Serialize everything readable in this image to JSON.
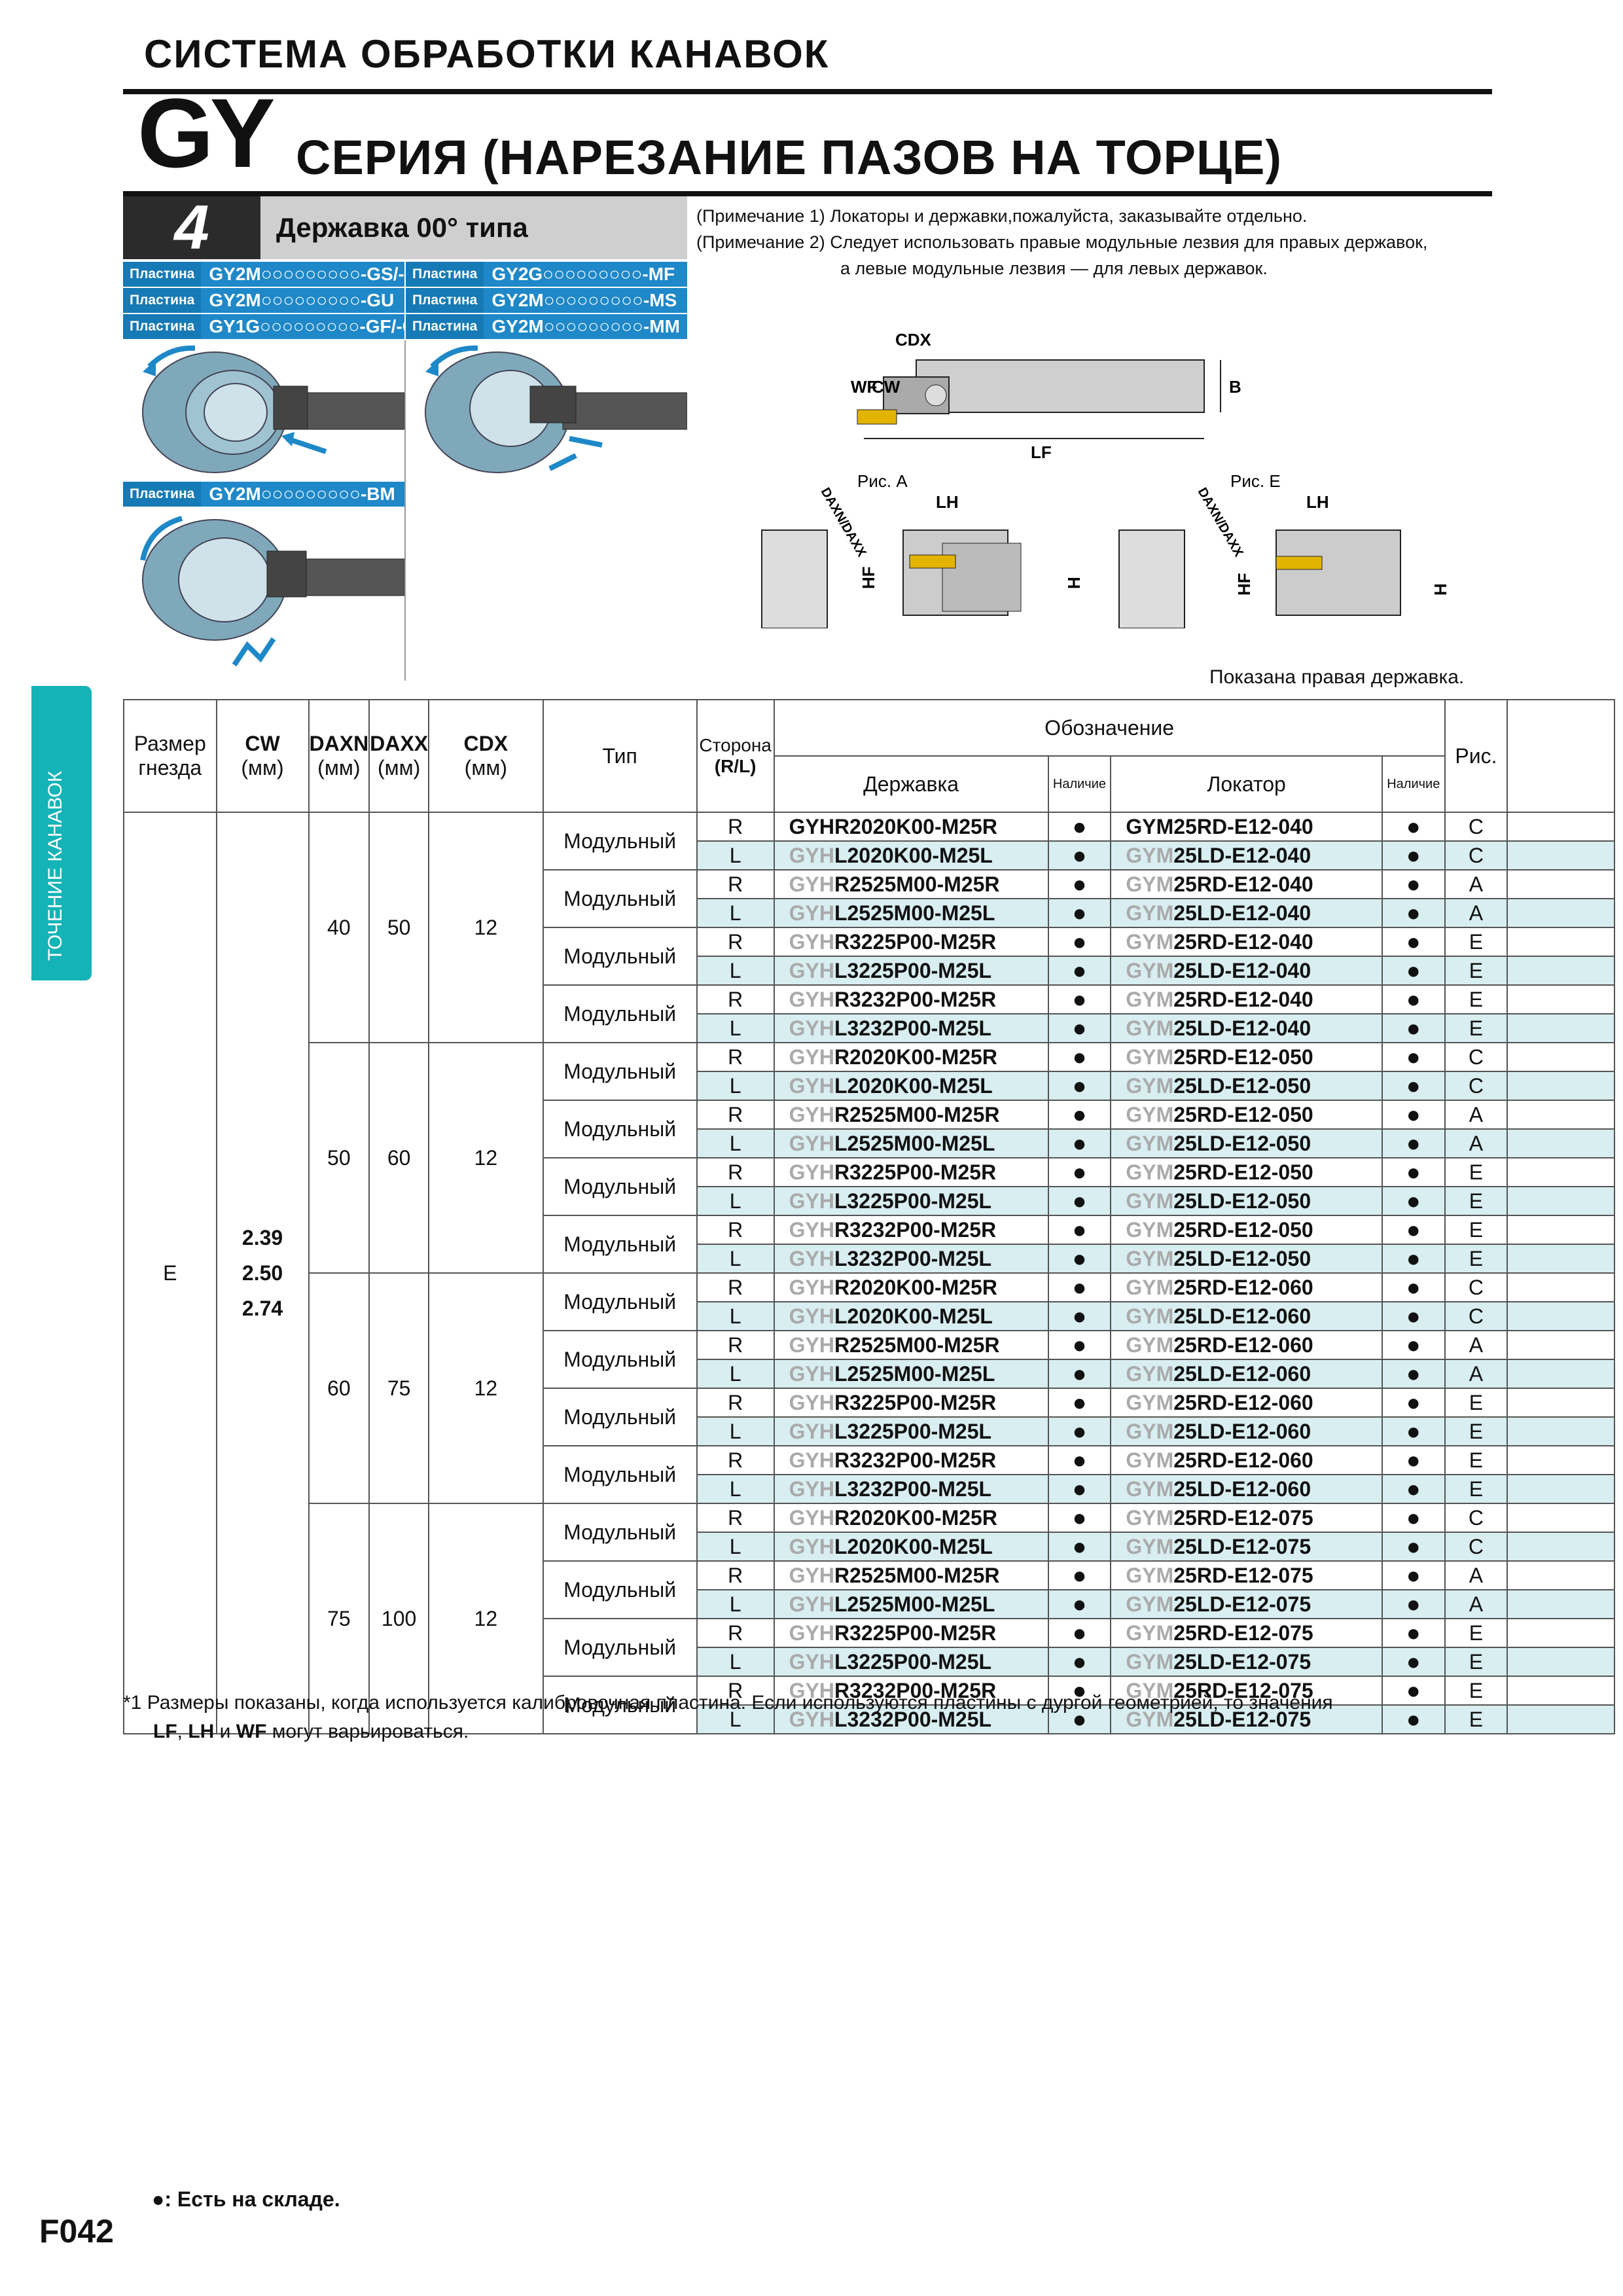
{
  "header": {
    "system_title": "СИСТЕМА ОБРАБОТКИ КАНАВОК",
    "series_code": "GY",
    "series_title": "СЕРИЯ (НАРЕЗАНИЕ ПАЗОВ НА ТОРЦЕ)"
  },
  "section": {
    "number": "4",
    "title": "Державка 00° типа"
  },
  "notes": [
    "(Примечание 1) Локаторы и державки,пожалуйста, заказывайте отдельно.",
    "(Примечание 2) Следует использовать правые модульные лезвия для правых державок,",
    "а левые модульные лезвия — для левых державок."
  ],
  "inserts": {
    "label": "Пластина",
    "left": [
      {
        "prefix": "GY2M",
        "suffix": "-GS/-GM"
      },
      {
        "prefix": "GY2M",
        "suffix": "-GU"
      },
      {
        "prefix": "GY1G",
        "suffix": "-GF/-GS"
      }
    ],
    "right": [
      {
        "prefix": "GY2G",
        "suffix": "-MF"
      },
      {
        "prefix": "GY2M",
        "suffix": "-MS"
      },
      {
        "prefix": "GY2M",
        "suffix": "-MM"
      }
    ],
    "bottom": {
      "prefix": "GY2M",
      "suffix": "-BM"
    }
  },
  "diagram": {
    "dims_main": [
      "CDX",
      "WF",
      "CW",
      "B",
      "LF"
    ],
    "fig_a_label": "Рис. A",
    "fig_e_label": "Рис. E",
    "dims_fig": [
      "LH",
      "DAXN/DAXX",
      "HF",
      "H"
    ],
    "shown_text": "Показана правая державка."
  },
  "side_tab": "ТОЧЕНИЕ КАНАВОК",
  "table": {
    "headers": {
      "size": "Размер гнезда",
      "cw": "CW",
      "cw_unit": "(мм)",
      "daxn": "DAXN",
      "daxn_unit": "(мм)",
      "daxx": "DAXX",
      "daxx_unit": "(мм)",
      "cdx": "CDX",
      "cdx_unit": "(мм)",
      "type": "Тип",
      "side": "Сторона",
      "side_unit": "(R/L)",
      "designation": "Обозначение",
      "holder": "Державка",
      "availability": "Наличие",
      "locator": "Локатор",
      "fig": "Рис."
    },
    "size_value": "E",
    "cw_values": [
      "2.39",
      "2.50",
      "2.74"
    ],
    "type_value": "Модульный",
    "stock_mark": "●",
    "groups": [
      {
        "daxn": "40",
        "daxx": "50",
        "cdx": "12",
        "loc": "040"
      },
      {
        "daxn": "50",
        "daxx": "60",
        "cdx": "12",
        "loc": "050"
      },
      {
        "daxn": "60",
        "daxx": "75",
        "cdx": "12",
        "loc": "060"
      },
      {
        "daxn": "75",
        "daxx": "100",
        "cdx": "12",
        "loc": "075"
      }
    ],
    "rows": [
      {
        "side": "R",
        "holder": "GYHR2020K00-M25R",
        "loc": "GYM25RD-E12-040",
        "fig": "C",
        "gray": false
      },
      {
        "side": "L",
        "holder": "GYHL2020K00-M25L",
        "loc": "GYM25LD-E12-040",
        "fig": "C",
        "gray": true
      },
      {
        "side": "R",
        "holder": "GYHR2525M00-M25R",
        "loc": "GYM25RD-E12-040",
        "fig": "A",
        "gray": true
      },
      {
        "side": "L",
        "holder": "GYHL2525M00-M25L",
        "loc": "GYM25LD-E12-040",
        "fig": "A",
        "gray": true
      },
      {
        "side": "R",
        "holder": "GYHR3225P00-M25R",
        "loc": "GYM25RD-E12-040",
        "fig": "E",
        "gray": true
      },
      {
        "side": "L",
        "holder": "GYHL3225P00-M25L",
        "loc": "GYM25LD-E12-040",
        "fig": "E",
        "gray": true
      },
      {
        "side": "R",
        "holder": "GYHR3232P00-M25R",
        "loc": "GYM25RD-E12-040",
        "fig": "E",
        "gray": true
      },
      {
        "side": "L",
        "holder": "GYHL3232P00-M25L",
        "loc": "GYM25LD-E12-040",
        "fig": "E",
        "gray": true
      },
      {
        "side": "R",
        "holder": "GYHR2020K00-M25R",
        "loc": "GYM25RD-E12-050",
        "fig": "C",
        "gray": true
      },
      {
        "side": "L",
        "holder": "GYHL2020K00-M25L",
        "loc": "GYM25LD-E12-050",
        "fig": "C",
        "gray": true
      },
      {
        "side": "R",
        "holder": "GYHR2525M00-M25R",
        "loc": "GYM25RD-E12-050",
        "fig": "A",
        "gray": true
      },
      {
        "side": "L",
        "holder": "GYHL2525M00-M25L",
        "loc": "GYM25LD-E12-050",
        "fig": "A",
        "gray": true
      },
      {
        "side": "R",
        "holder": "GYHR3225P00-M25R",
        "loc": "GYM25RD-E12-050",
        "fig": "E",
        "gray": true
      },
      {
        "side": "L",
        "holder": "GYHL3225P00-M25L",
        "loc": "GYM25LD-E12-050",
        "fig": "E",
        "gray": true
      },
      {
        "side": "R",
        "holder": "GYHR3232P00-M25R",
        "loc": "GYM25RD-E12-050",
        "fig": "E",
        "gray": true
      },
      {
        "side": "L",
        "holder": "GYHL3232P00-M25L",
        "loc": "GYM25LD-E12-050",
        "fig": "E",
        "gray": true
      },
      {
        "side": "R",
        "holder": "GYHR2020K00-M25R",
        "loc": "GYM25RD-E12-060",
        "fig": "C",
        "gray": true
      },
      {
        "side": "L",
        "holder": "GYHL2020K00-M25L",
        "loc": "GYM25LD-E12-060",
        "fig": "C",
        "gray": true
      },
      {
        "side": "R",
        "holder": "GYHR2525M00-M25R",
        "loc": "GYM25RD-E12-060",
        "fig": "A",
        "gray": true
      },
      {
        "side": "L",
        "holder": "GYHL2525M00-M25L",
        "loc": "GYM25LD-E12-060",
        "fig": "A",
        "gray": true
      },
      {
        "side": "R",
        "holder": "GYHR3225P00-M25R",
        "loc": "GYM25RD-E12-060",
        "fig": "E",
        "gray": true
      },
      {
        "side": "L",
        "holder": "GYHL3225P00-M25L",
        "loc": "GYM25LD-E12-060",
        "fig": "E",
        "gray": true
      },
      {
        "side": "R",
        "holder": "GYHR3232P00-M25R",
        "loc": "GYM25RD-E12-060",
        "fig": "E",
        "gray": true
      },
      {
        "side": "L",
        "holder": "GYHL3232P00-M25L",
        "loc": "GYM25LD-E12-060",
        "fig": "E",
        "gray": true
      },
      {
        "side": "R",
        "holder": "GYHR2020K00-M25R",
        "loc": "GYM25RD-E12-075",
        "fig": "C",
        "gray": true
      },
      {
        "side": "L",
        "holder": "GYHL2020K00-M25L",
        "loc": "GYM25LD-E12-075",
        "fig": "C",
        "gray": true
      },
      {
        "side": "R",
        "holder": "GYHR2525M00-M25R",
        "loc": "GYM25RD-E12-075",
        "fig": "A",
        "gray": true
      },
      {
        "side": "L",
        "holder": "GYHL2525M00-M25L",
        "loc": "GYM25LD-E12-075",
        "fig": "A",
        "gray": true
      },
      {
        "side": "R",
        "holder": "GYHR3225P00-M25R",
        "loc": "GYM25RD-E12-075",
        "fig": "E",
        "gray": true
      },
      {
        "side": "L",
        "holder": "GYHL3225P00-M25L",
        "loc": "GYM25LD-E12-075",
        "fig": "E",
        "gray": true
      },
      {
        "side": "R",
        "holder": "GYHR3232P00-M25R",
        "loc": "GYM25RD-E12-075",
        "fig": "E",
        "gray": true
      },
      {
        "side": "L",
        "holder": "GYHL3232P00-M25L",
        "loc": "GYM25LD-E12-075",
        "fig": "E",
        "gray": true
      }
    ]
  },
  "footnote": {
    "mark": "*1",
    "line1": "Размеры показаны, когда используется калибровочная пластина. Если используются пластины с дургой геометрией, то значения",
    "line2_b1": "LF",
    "line2_t1": ", ",
    "line2_b2": "LH",
    "line2_t2": " и ",
    "line2_b3": "WF",
    "line2_t3": " могут варьироваться."
  },
  "legend": {
    "mark": "●",
    "text": ": Есть на складе."
  },
  "page_number": "F042",
  "colors": {
    "insert_blue": "#1e88c8",
    "teal_tab": "#14b3b7",
    "l_row": "#d8eef1",
    "work_blue": "#7fa9bb"
  }
}
